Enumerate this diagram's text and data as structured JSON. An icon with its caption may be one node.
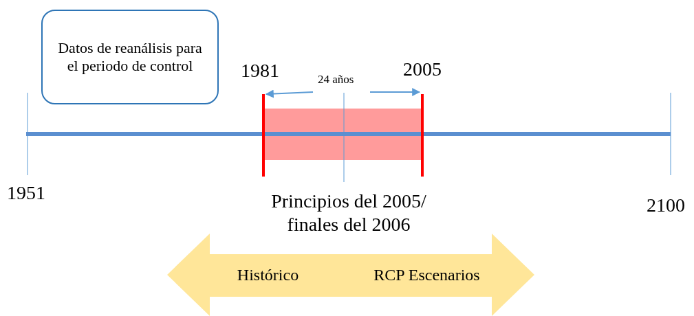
{
  "diagram": {
    "nodes": [
      {
        "text": [
          "Datos de reanálisis para el periodo de control"
        ]
      },
      {
        "text": [
          "Histórico"
        ]
      },
      {
        "text": [
          "RCP Escenarios"
        ]
      }
    ],
    "labels": [
      "1981",
      "24 años",
      "2005",
      "1951",
      "Principios del 2005/ finales del 2006",
      "2100"
    ]
  }
}
